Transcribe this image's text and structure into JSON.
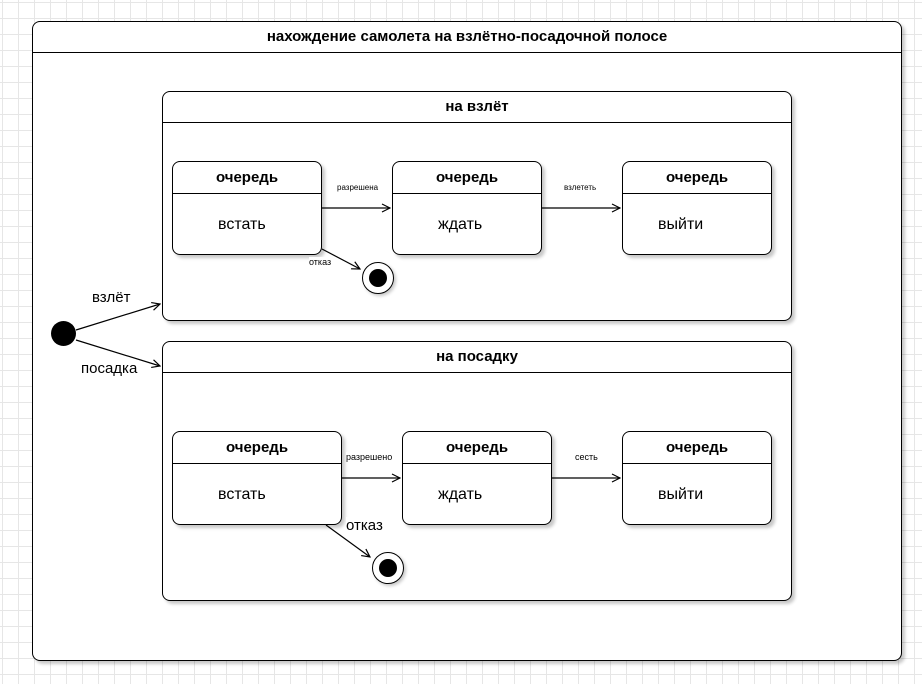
{
  "diagram": {
    "title": "нахождение самолета на взлётно-посадочной полосе",
    "takeoff": {
      "title": "на взлёт",
      "states": [
        {
          "header": "очередь",
          "text": "встать"
        },
        {
          "header": "очередь",
          "text": "ждать"
        },
        {
          "header": "очередь",
          "text": "выйти"
        }
      ],
      "edge_allowed": "разрешена",
      "edge_takeoff": "взлететь",
      "edge_refuse": "отказ"
    },
    "landing": {
      "title": "на посадку",
      "states": [
        {
          "header": "очередь",
          "text": "встать"
        },
        {
          "header": "очередь",
          "text": "ждать"
        },
        {
          "header": "очередь",
          "text": "выйти"
        }
      ],
      "edge_allowed": "разрешено",
      "edge_land": "сесть",
      "edge_refuse": "отказ"
    },
    "initial_edges": {
      "takeoff": "взлёт",
      "landing": "посадка"
    }
  }
}
